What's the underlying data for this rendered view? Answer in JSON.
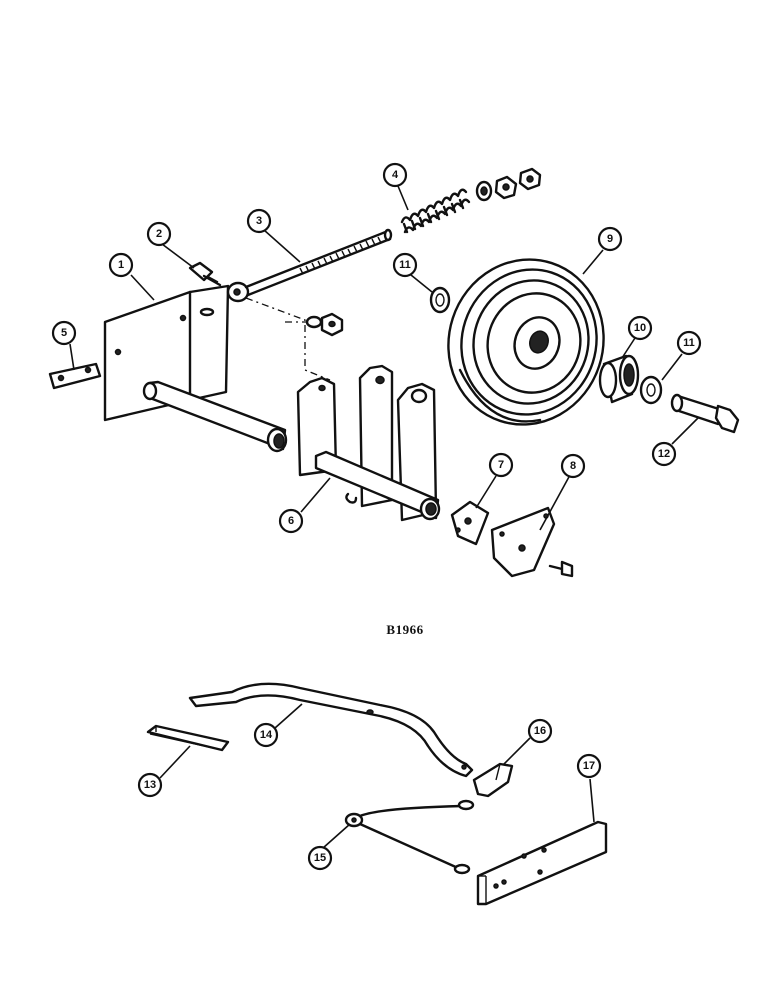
{
  "diagram": {
    "reference_code": "B1966",
    "callouts": [
      "1",
      "2",
      "3",
      "4",
      "5",
      "6",
      "7",
      "8",
      "9",
      "10",
      "11",
      "11",
      "12",
      "13",
      "14",
      "15",
      "16",
      "17"
    ]
  }
}
